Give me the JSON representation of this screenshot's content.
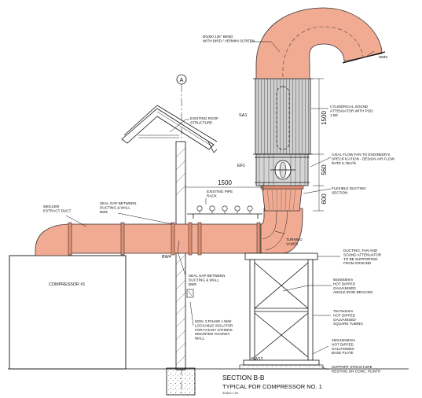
{
  "labels": {
    "bend": [
      "Ø1000 135° BEND",
      "WITH BIRD / VERMIN SCREEN"
    ],
    "wms": "WMS",
    "gridline": "A",
    "sa1": "SA1",
    "ef1": "EF1",
    "bw4": "BW4",
    "bw12": "BW12",
    "roof": [
      "EXISTING ROOF",
      "STRUCTURE"
    ],
    "attenuator": [
      "CYLINDRICAL SOUND",
      "ATTENUATOR WITH POD",
      "1.5D"
    ],
    "fan": [
      "AXIAL FLOW FAN TO ENGINEER'S",
      "SPECIFICATION - DESIGN AIR FLOW",
      "RATE 6.75m³/s"
    ],
    "flex": [
      "FLEXIBLE DUCTING",
      "SECTION"
    ],
    "pipe_rack": [
      "EXISTING PIPE",
      "RACK"
    ],
    "extract": [
      "580x1400",
      "EXTRACT DUCT"
    ],
    "seal_top": [
      "SEAL GAP BETWEEN",
      "DUCTING & WALL",
      "BW5"
    ],
    "seal_bottom": [
      "SEAL GAP BETWEEN",
      "DUCTING & WALL",
      "BW5"
    ],
    "vanes": [
      "TURNING",
      "VANES"
    ],
    "support": [
      "DUCTING, FAN AND",
      "SOUND ATTENUATOR",
      "TO BE SUPPORTED",
      "FROM GROUND"
    ],
    "bracing": [
      "50x50x5mm",
      "HOT DIPPED",
      "GALVANISED",
      "ANGLE IRON BRACING"
    ],
    "tubing": [
      "75x75x2mm",
      "HOT DIPPED",
      "GALVANISED",
      "SQUARE TUBING"
    ],
    "base": [
      "150x150x8mm",
      "HOT DIPPED",
      "GALVANISED",
      "BASE PLATE"
    ],
    "plinth": [
      "SUPPORT STRUCTURE",
      "RESTING ON CONC. PLINTH"
    ],
    "isolator": [
      "520V, 3 PHASE x 5kW",
      "LOCKABLE ISOLATOR",
      "FOR FAN BY OTHERS",
      "MOUNTED AGAINST",
      "WALL"
    ],
    "compressor": "COMPRESSOR #1",
    "section_title": "SECTION B-B",
    "section_subtitle": "TYPICAL FOR COMPRESSOR NO. 1",
    "scale": "SCALE 1:25"
  },
  "dimensions": {
    "attenuator_height": "1500",
    "fan_height": "560",
    "flex_height": "600",
    "horizontal_offset": "1500"
  },
  "colors": {
    "duct_fill": "#f2ab93",
    "band_fill": "#e48f72",
    "attenuator_fill": "#c4c4c4",
    "line": "#111111"
  }
}
